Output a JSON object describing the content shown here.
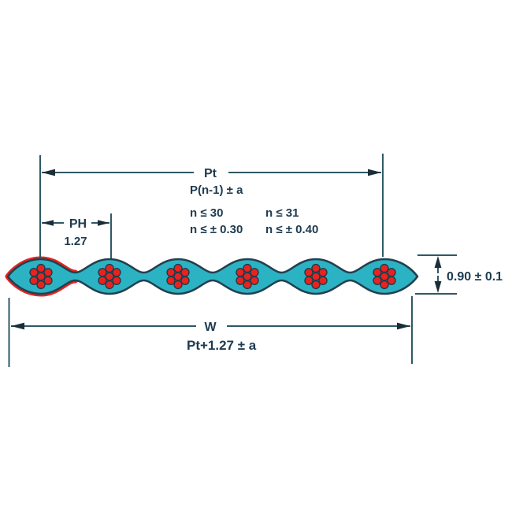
{
  "diagram": {
    "type": "bonded-flat-ribbon-cable-dimension-drawing",
    "background": "#ffffff",
    "colors": {
      "insulation_fill": "#2bb3c4",
      "insulation_outline": "#24404f",
      "conductor_strand_red": "#e8231f",
      "first_conductor_highlight": "#e8231f",
      "dimension_line": "#2f5866",
      "text": "#1d3b50"
    },
    "cable": {
      "conductor_count": 6,
      "strands_per_conductor": 7,
      "first_conductor_marked_red": true
    },
    "dimensions": {
      "total_pitch": {
        "label": "Pt",
        "formula": "P(n-1) ± a"
      },
      "notes": {
        "left_line1": "n ≤ 30",
        "left_line2": "n ≤ ± 0.30",
        "right_line1": "n ≤ 31",
        "right_line2": "n ≤ ± 0.40"
      },
      "pitch": {
        "label": "PH",
        "value": "1.27"
      },
      "height": {
        "label": "0.90 ± 0.1"
      },
      "overall_width": {
        "label": "W",
        "formula": "Pt+1.27 ± a"
      }
    }
  }
}
